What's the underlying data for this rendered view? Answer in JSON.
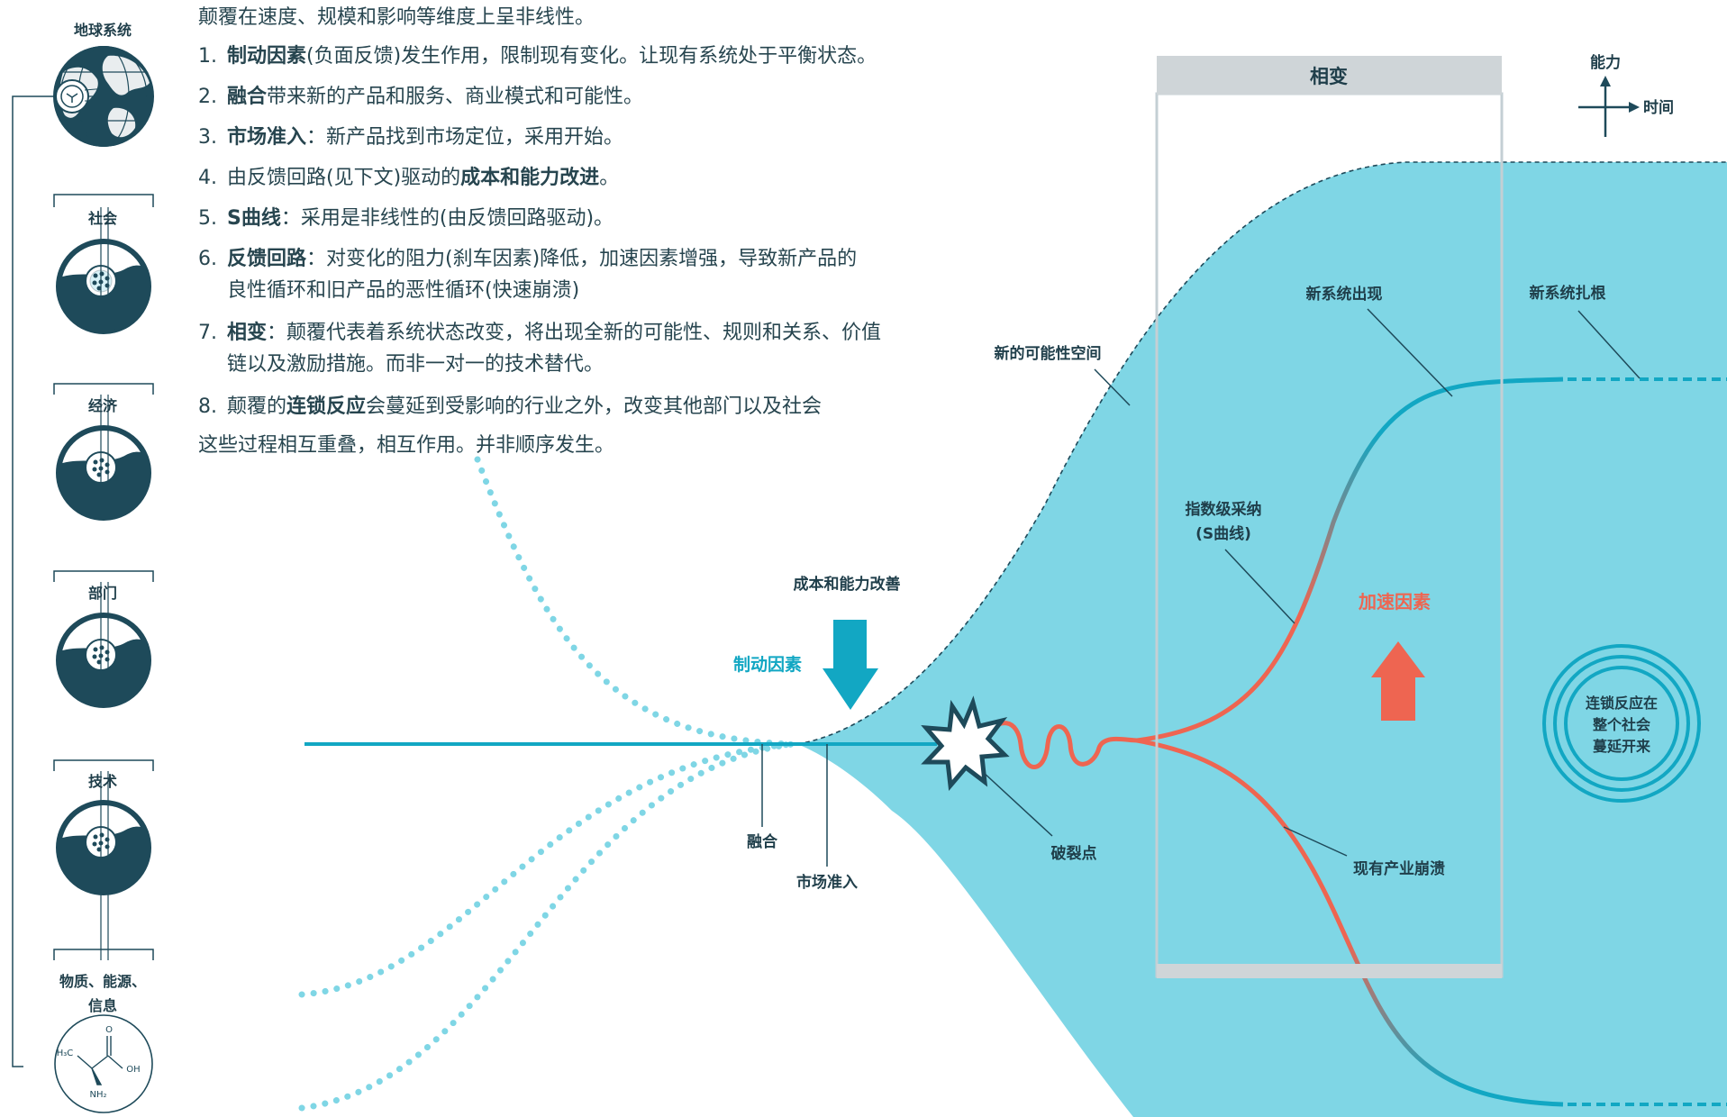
{
  "intro": "颠覆在速度、规模和影响等维度上呈非线性。",
  "list": [
    {
      "num": "1.",
      "bold": "制动因素",
      "rest": "(负面反馈)发生作用，限制现有变化。让现有系统处于平衡状态。"
    },
    {
      "num": "2.",
      "bold": "融合",
      "rest": "带来新的产品和服务、商业模式和可能性。"
    },
    {
      "num": "3.",
      "bold": "市场准入",
      "rest": "：新产品找到市场定位，采用开始。"
    },
    {
      "num": "4.",
      "pre": "由反馈回路(见下文)驱动的",
      "bold": "成本和能力改进",
      "rest": "。"
    },
    {
      "num": "5.",
      "bold": "S曲线",
      "rest": "：采用是非线性的(由反馈回路驱动)。"
    },
    {
      "num": "6.",
      "bold": "反馈回路",
      "rest": "：对变化的阻力(刹车因素)降低，加速因素增强，导致新产品的",
      "line2": "良性循环和旧产品的恶性循环(快速崩溃)"
    },
    {
      "num": "7.",
      "bold": "相变",
      "rest": "：颠覆代表着系统状态改变，将出现全新的可能性、规则和关系、价值",
      "line2": "链以及激励措施。而非一对一的技术替代。"
    },
    {
      "num": "8.",
      "pre": "颠覆的",
      "bold": "连锁反应",
      "rest": "会蔓延到受影响的行业之外，改变其他部门以及社会"
    }
  ],
  "outro": "这些过程相互重叠，相互作用。并非顺序发生。",
  "levels": [
    "地球系统",
    "社会",
    "经济",
    "部门",
    "技术",
    "物质、能源、",
    "信息"
  ],
  "molecule": {
    "h3c": "H₃C",
    "o": "O",
    "oh": "OH",
    "nh2": "NH₂"
  },
  "axes": {
    "y": "能力",
    "x": "时间"
  },
  "phase_change": "相变",
  "labels": {
    "brake": "制动因素",
    "cost": "成本和能力改善",
    "convergence": "融合",
    "market": "市场准入",
    "new_space": "新的可能性空间",
    "breakpoint": "破裂点",
    "exp1": "指数级采纳",
    "exp2": "(S曲线)",
    "accel": "加速因素",
    "new_emerge": "新系统出现",
    "new_root": "新系统扎根",
    "collapse": "现有产业崩溃",
    "ripple1": "连锁反应在",
    "ripple2": "整个社会",
    "ripple3": "蔓延开来"
  },
  "colors": {
    "teal": "#7fd6e5",
    "dark": "#1e4a5a",
    "cyan": "#12a7c3",
    "red": "#ee6551",
    "grey": "#cfd5d8"
  }
}
